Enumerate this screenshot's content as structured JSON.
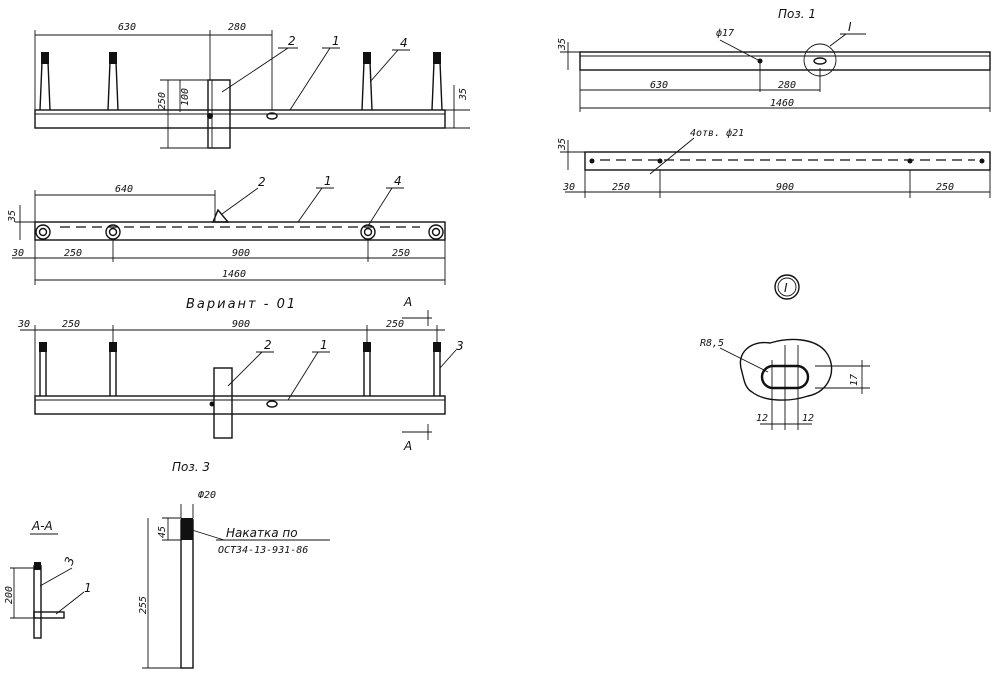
{
  "top_view": {
    "dim_630": "630",
    "dim_280": "280",
    "dim_250": "250",
    "dim_100": "100",
    "dim_35": "35",
    "pos_2": "2",
    "pos_1": "1",
    "pos_4": "4"
  },
  "plan_view": {
    "dim_640": "640",
    "dim_35": "35",
    "dim_30": "30",
    "dim_250_left": "250",
    "dim_900": "900",
    "dim_250_right": "250",
    "dim_1460": "1460",
    "pos_2": "2",
    "pos_1": "1",
    "pos_4": "4"
  },
  "variant": {
    "title": "Вариант - 01",
    "section_mark": "А",
    "dim_30": "30",
    "dim_250_left": "250",
    "dim_900": "900",
    "dim_250_right": "250",
    "pos_2": "2",
    "pos_1": "1",
    "pos_3": "3"
  },
  "section_aa": {
    "title": "А-А",
    "dim_200": "200",
    "pos_3": "3",
    "pos_1": "1"
  },
  "pos3": {
    "title": "Поз. 3",
    "diameter": "Ф20",
    "dim_45": "45",
    "dim_255": "255",
    "note_line1": "Накатка по",
    "note_line2": "ОСТ34-13-931-86"
  },
  "pos1": {
    "title": "Поз. 1",
    "callout": "I",
    "hole_label": "ф17",
    "dim_35": "35",
    "dim_630": "630",
    "dim_280": "280",
    "dim_1460": "1460",
    "holes_label": "4отв. ф21",
    "dim_35_b": "35",
    "dim_30": "30",
    "dim_250_left": "250",
    "dim_900": "900",
    "dim_250_right": "250"
  },
  "detail_i": {
    "mark": "I",
    "radius": "R8,5",
    "dim_17": "17",
    "dim_12a": "12",
    "dim_12b": "12"
  }
}
